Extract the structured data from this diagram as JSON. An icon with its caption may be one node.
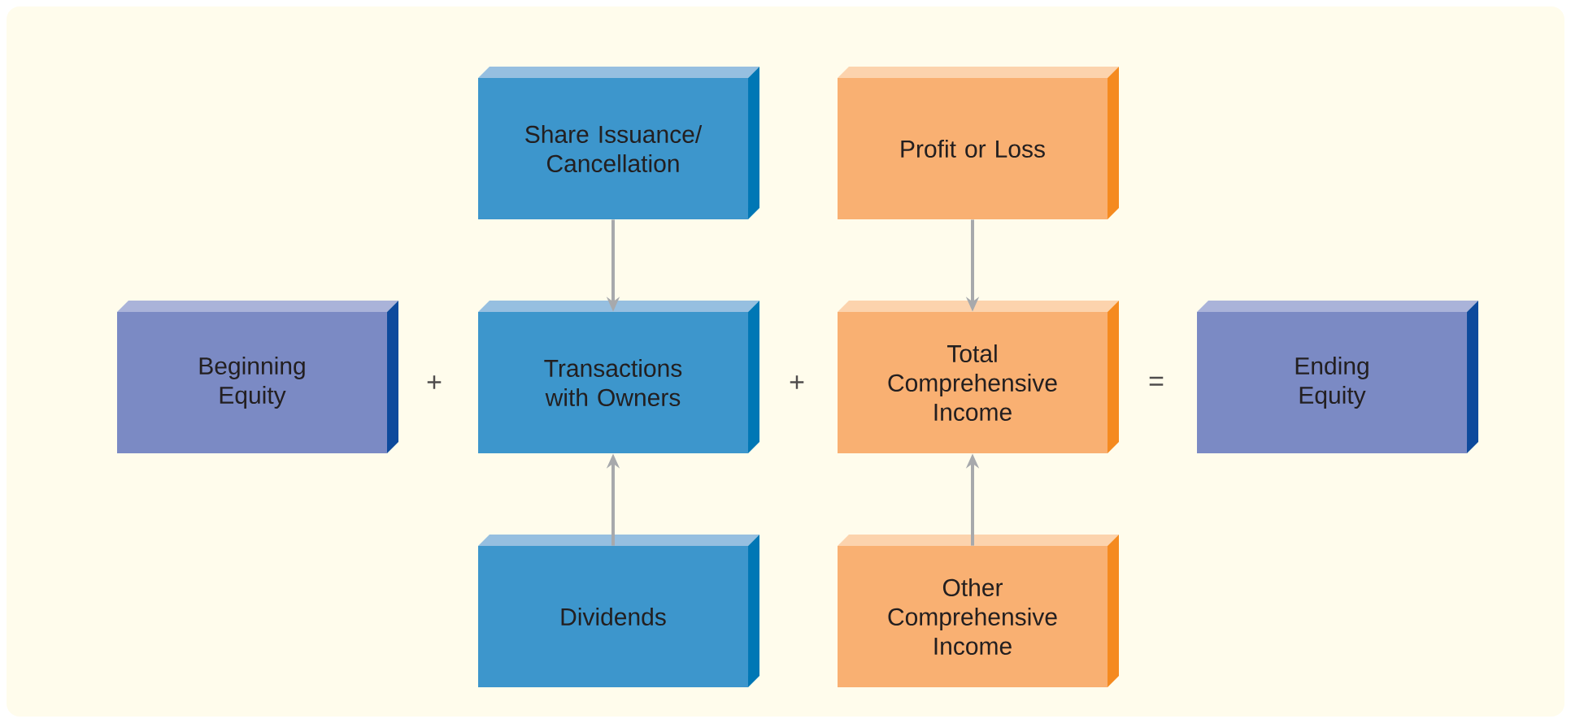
{
  "diagram": {
    "nodes": [
      {
        "text": [
          "Share Issuance/ Cancellation"
        ]
      },
      {
        "text": [
          "Profit or Loss"
        ]
      },
      {
        "text": [
          "Beginning Equity"
        ]
      },
      {
        "text": [
          "Transactions with Owners"
        ]
      },
      {
        "text": [
          "Total Comprehensive Income"
        ]
      },
      {
        "text": [
          "Ending Equity"
        ]
      },
      {
        "text": [
          "Dividends"
        ]
      },
      {
        "text": [
          "Other Comprehensive Income"
        ]
      }
    ],
    "edges": [
      {
        "from": 0,
        "to": 3,
        "arrow": "to"
      },
      {
        "from": 1,
        "to": 4,
        "arrow": "to"
      },
      {
        "from": 6,
        "to": 3,
        "arrow": "to"
      },
      {
        "from": 7,
        "to": 4,
        "arrow": "to"
      }
    ],
    "labels": [
      "+",
      "+",
      "="
    ]
  }
}
